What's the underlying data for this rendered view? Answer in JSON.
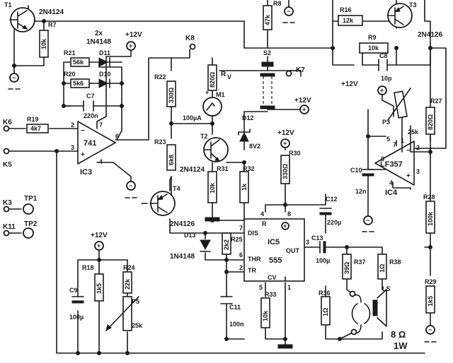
{
  "transistors": {
    "t1": {
      "ref": "T1",
      "type": "2N4124"
    },
    "t2": {
      "ref": "T2",
      "type": "2N4124"
    },
    "t3": {
      "ref": "T3",
      "type": "2N4126"
    },
    "t4": {
      "ref": "T4",
      "type": "2N4126"
    }
  },
  "resistors": {
    "r7": {
      "ref": "R7",
      "value": "10k"
    },
    "r8": {
      "ref": "R8",
      "value": "47k"
    },
    "r9": {
      "ref": "R9",
      "value": "10k"
    },
    "r16": {
      "ref": "R16",
      "value": "12k"
    },
    "r18": {
      "ref": "R18",
      "value": "1k5"
    },
    "r19": {
      "ref": "R19",
      "value": "4k7"
    },
    "r20": {
      "ref": "R20",
      "value": "5k6"
    },
    "r21": {
      "ref": "R21",
      "value": "56k"
    },
    "r22": {
      "ref": "R22",
      "value": "330Ω"
    },
    "r23": {
      "ref": "R23",
      "value": "6k8"
    },
    "r24": {
      "ref": "R24",
      "value": "22k"
    },
    "r25": {
      "ref": "R25",
      "value": "2k2"
    },
    "r27": {
      "ref": "R27",
      "value": "820Ω"
    },
    "r28": {
      "ref": "R28",
      "value": "100k"
    },
    "r29": {
      "ref": "R29",
      "value": "1k5"
    },
    "r30": {
      "ref": "R30",
      "value": "330Ω"
    },
    "r31": {
      "ref": "R31",
      "value": "10k"
    },
    "r32": {
      "ref": "R32",
      "value": "1k"
    },
    "r33": {
      "ref": "R33",
      "value": "10k"
    },
    "r36": {
      "ref": "R36",
      "value": "1Ω"
    },
    "r37": {
      "ref": "R37",
      "value": "39Ω"
    },
    "r38": {
      "ref": "R38",
      "value": "1Ω"
    },
    "rv": {
      "ref": "R",
      "sub": "V",
      "value": "820Ω"
    }
  },
  "pots": {
    "p3": {
      "ref": "P3",
      "value": "25k"
    },
    "p5": {
      "ref": "P5",
      "value": "25k"
    }
  },
  "capacitors": {
    "c7": {
      "ref": "C7",
      "value": "220n"
    },
    "c8": {
      "ref": "C8",
      "value": "10p"
    },
    "c9": {
      "ref": "C9",
      "value": "100µ"
    },
    "c10": {
      "ref": "C10",
      "value": "12n"
    },
    "c11": {
      "ref": "C11",
      "value": "100n"
    },
    "c12": {
      "ref": "C12",
      "value": "220µ"
    },
    "c13": {
      "ref": "C13",
      "value": "100µ"
    }
  },
  "diodes": {
    "pair_label": "2x",
    "pair_type": "1N4148",
    "d10": "D10",
    "d11": "D11",
    "d12": {
      "ref": "D12",
      "value": "8V2"
    },
    "d13": {
      "ref": "D13",
      "type": "1N4148"
    }
  },
  "ics": {
    "ic3": {
      "ref": "IC3",
      "type": "741"
    },
    "ic4": {
      "ref": "IC4",
      "type": "LF357"
    },
    "ic5": {
      "ref": "IC5",
      "type": "555"
    }
  },
  "ic5_pins": {
    "dis": "DIS",
    "thr": "THR",
    "tr": "TR",
    "r": "R",
    "out": "OUT",
    "cv": "CV",
    "n2": "2",
    "n3": "3",
    "n4": "4",
    "n5": "5",
    "n6": "6",
    "n7": "7",
    "n8": "8",
    "n1": "1"
  },
  "ic3_pins": {
    "n2": "2",
    "n3": "3",
    "n4": "4",
    "n6": "6",
    "n7": "7",
    "minus": "−",
    "plus": "+"
  },
  "ic4_pins": {
    "n2": "2",
    "n3": "3",
    "n4": "4",
    "n5": "5",
    "n6": "6",
    "n7": "7",
    "n1": "1",
    "minus": "−",
    "plus": "+"
  },
  "meter": {
    "ref": "M1",
    "value": "100µA",
    "plus": "+"
  },
  "switch": {
    "ref": "S2"
  },
  "speaker": {
    "ref": "LS",
    "impedance": "8 Ω",
    "power": "1W"
  },
  "terminals": {
    "k3": "K3",
    "k5": "K5",
    "k6": "K6",
    "k7": "K7",
    "k8": "K8",
    "k11": "K11",
    "tp1": "TP1",
    "tp2": "TP2"
  },
  "supply": {
    "pos": "+12V",
    "plus_sym": "+",
    "minus_sym": "−"
  }
}
